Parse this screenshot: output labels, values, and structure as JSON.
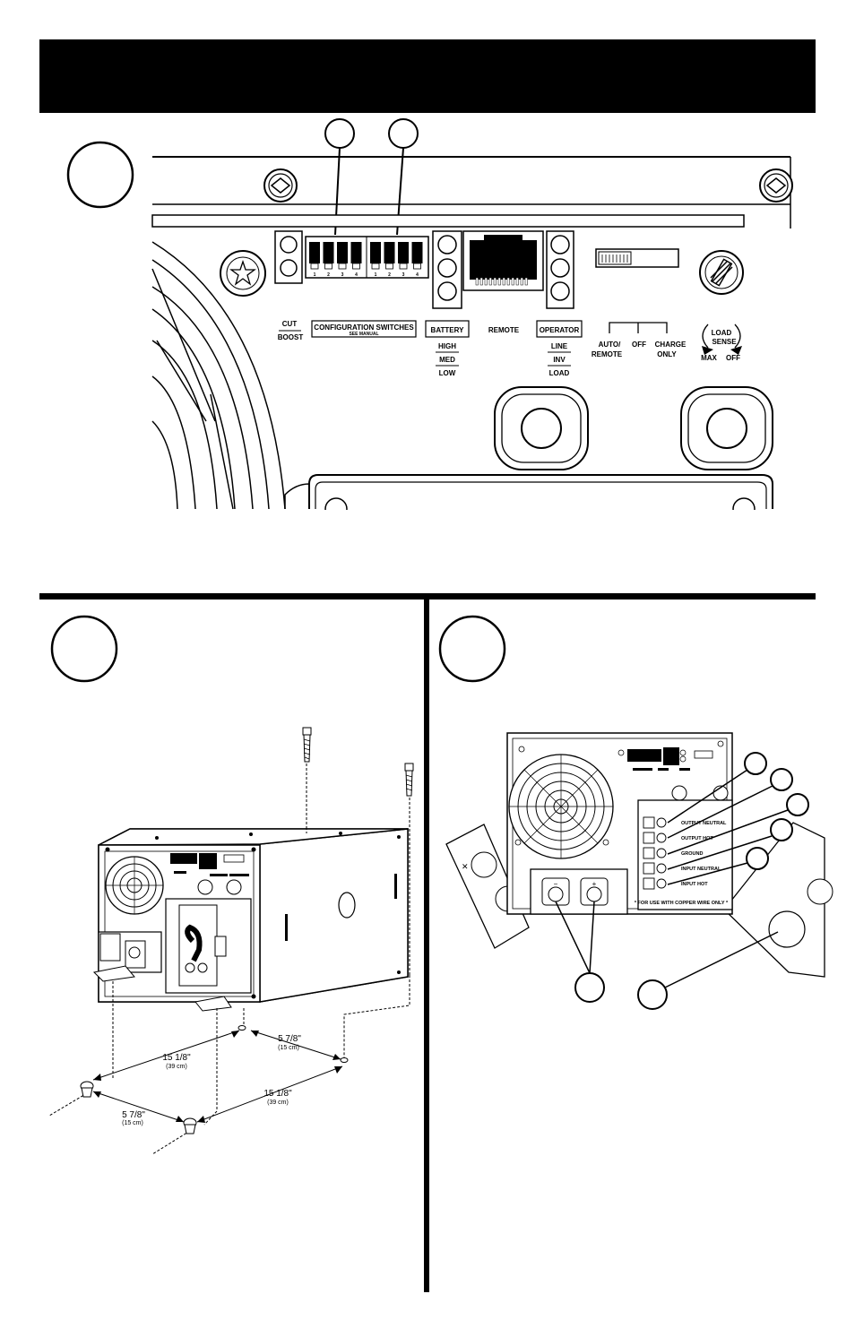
{
  "panel_labels": {
    "cut": "CUT",
    "boost": "BOOST",
    "configuration_switches": "CONFIGURATION SWITCHES",
    "see_manual": "SEE MANUAL",
    "switch_numbers": [
      "1",
      "2",
      "3",
      "4"
    ],
    "battery": "BATTERY",
    "battery_levels": [
      "HIGH",
      "MED",
      "LOW"
    ],
    "remote": "REMOTE",
    "operator": "OPERATOR",
    "operator_modes": [
      "LINE",
      "INV",
      "LOAD"
    ],
    "auto_remote_1": "AUTO/",
    "auto_remote_2": "REMOTE",
    "off": "OFF",
    "charge_only_1": "CHARGE",
    "charge_only_2": "ONLY",
    "load_sense_1": "LOAD",
    "load_sense_2": "SENSE",
    "max": "MAX",
    "off_small": "OFF"
  },
  "mounting_dimensions": {
    "length_1": "15 1/8\"",
    "length_1_cm": "(39 cm)",
    "length_2": "15 1/8\"",
    "length_2_cm": "(39 cm)",
    "width_1": "5 7/8\"",
    "width_1_cm": "(15 cm)",
    "width_2": "5 7/8\"",
    "width_2_cm": "(15 cm)"
  },
  "terminal_labels": [
    "OUTPUT NEUTRAL",
    "OUTPUT HOT",
    "GROUND",
    "INPUT NEUTRAL",
    "INPUT HOT"
  ],
  "copper_note": "* FOR USE WITH COPPER WIRE ONLY *"
}
